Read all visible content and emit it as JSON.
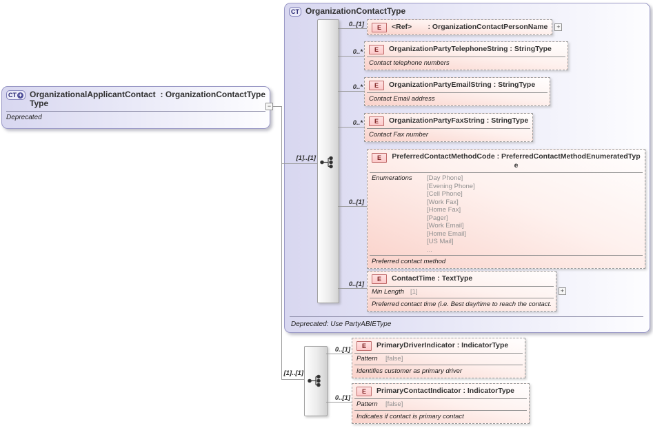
{
  "icons": {
    "complex_type": "CT",
    "element": "E",
    "expand": "+",
    "collapse": "−",
    "derived_plus": "+"
  },
  "colors": {
    "lavender_fill": "#d8d7f0",
    "pink_fill": "#fad2ca",
    "purple_border": "#9a99c6",
    "red_border": "#c06a6a",
    "connector_line": "#9a9a9a"
  },
  "left_box": {
    "kind": "CT",
    "name": "OrganizationalApplicantContactType",
    "type": ": OrganizationContactType",
    "annotation": "Deprecated"
  },
  "main_box": {
    "kind": "CT",
    "title": "OrganizationContactType",
    "footer": "Deprecated: Use PartyABIEType",
    "group_cardinality": "[1]..[1]",
    "elements": [
      {
        "cardinality": "0..[1]",
        "title": "<Ref>        : OrganizationContactPersonName"
      },
      {
        "cardinality": "0..*",
        "title": "OrganizationPartyTelephoneString : StringType",
        "annotation": "Contact telephone numbers"
      },
      {
        "cardinality": "0..*",
        "title": "OrganizationPartyEmailString : StringType",
        "annotation": "Contact Email address"
      },
      {
        "cardinality": "0..*",
        "title": "OrganizationPartyFaxString : StringType",
        "annotation": "Contact Fax number"
      },
      {
        "cardinality": "0..[1]",
        "title": "PreferredContactMethodCode : PreferredContactMethodEnumeratedType",
        "facet_label": "Enumerations",
        "facet_values": [
          "[Day Phone]",
          "[Evening Phone]",
          "[Cell Phone]",
          "[Work Fax]",
          "[Home Fax]",
          "[Pager]",
          "[Work Email]",
          "[Home Email]",
          "[US Mail]",
          "..."
        ],
        "annotation": "Preferred contact method"
      },
      {
        "cardinality": "0..[1]",
        "title": "ContactTime : TextType",
        "facet_label": "Min Length",
        "facet_values": [
          "[1]"
        ],
        "annotation": "Preferred contact time (i.e. Best day/time to reach the contact."
      }
    ]
  },
  "bottom_group": {
    "group_cardinality": "[1]..[1]",
    "elements": [
      {
        "cardinality": "0..[1]",
        "title": "PrimaryDriverIndicator : IndicatorType",
        "facet_label": "Pattern",
        "facet_values": [
          "[false]"
        ],
        "annotation": "Identifies customer as primary driver"
      },
      {
        "cardinality": "0..[1]",
        "title": "PrimaryContactIndicator : IndicatorType",
        "facet_label": "Pattern",
        "facet_values": [
          "[false]"
        ],
        "annotation": "Indicates if contact is primary contact"
      }
    ]
  }
}
